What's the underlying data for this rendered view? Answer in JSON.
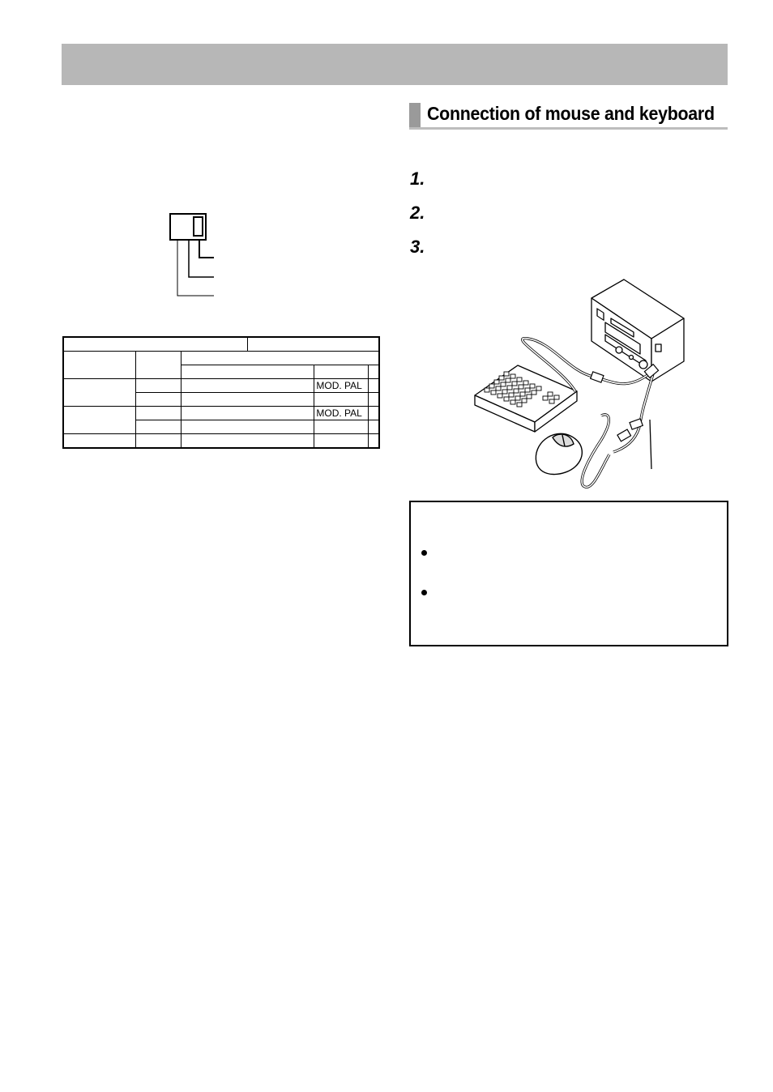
{
  "header": {
    "bar_color": "#b7b7b7"
  },
  "section": {
    "title": "Connection of mouse and keyboard",
    "steps": [
      "1.",
      "2.",
      "3."
    ]
  },
  "settings_table": {
    "rows": [
      [
        "",
        "",
        "",
        "",
        ""
      ],
      [
        "",
        "",
        "",
        "",
        ""
      ],
      [
        "",
        "",
        "",
        "",
        ""
      ],
      [
        "",
        "",
        "",
        "MOD. PAL",
        ""
      ],
      [
        "",
        "",
        "",
        "",
        ""
      ],
      [
        "",
        "",
        "",
        "MOD. PAL",
        ""
      ],
      [
        "",
        "",
        "",
        "",
        ""
      ],
      [
        "",
        "",
        "",
        "",
        ""
      ]
    ]
  },
  "note": {
    "bullet_count": 2
  },
  "icons": {
    "switch": "dip-switch-icon",
    "illustration": "keyboard-mouse-connection-illustration"
  }
}
